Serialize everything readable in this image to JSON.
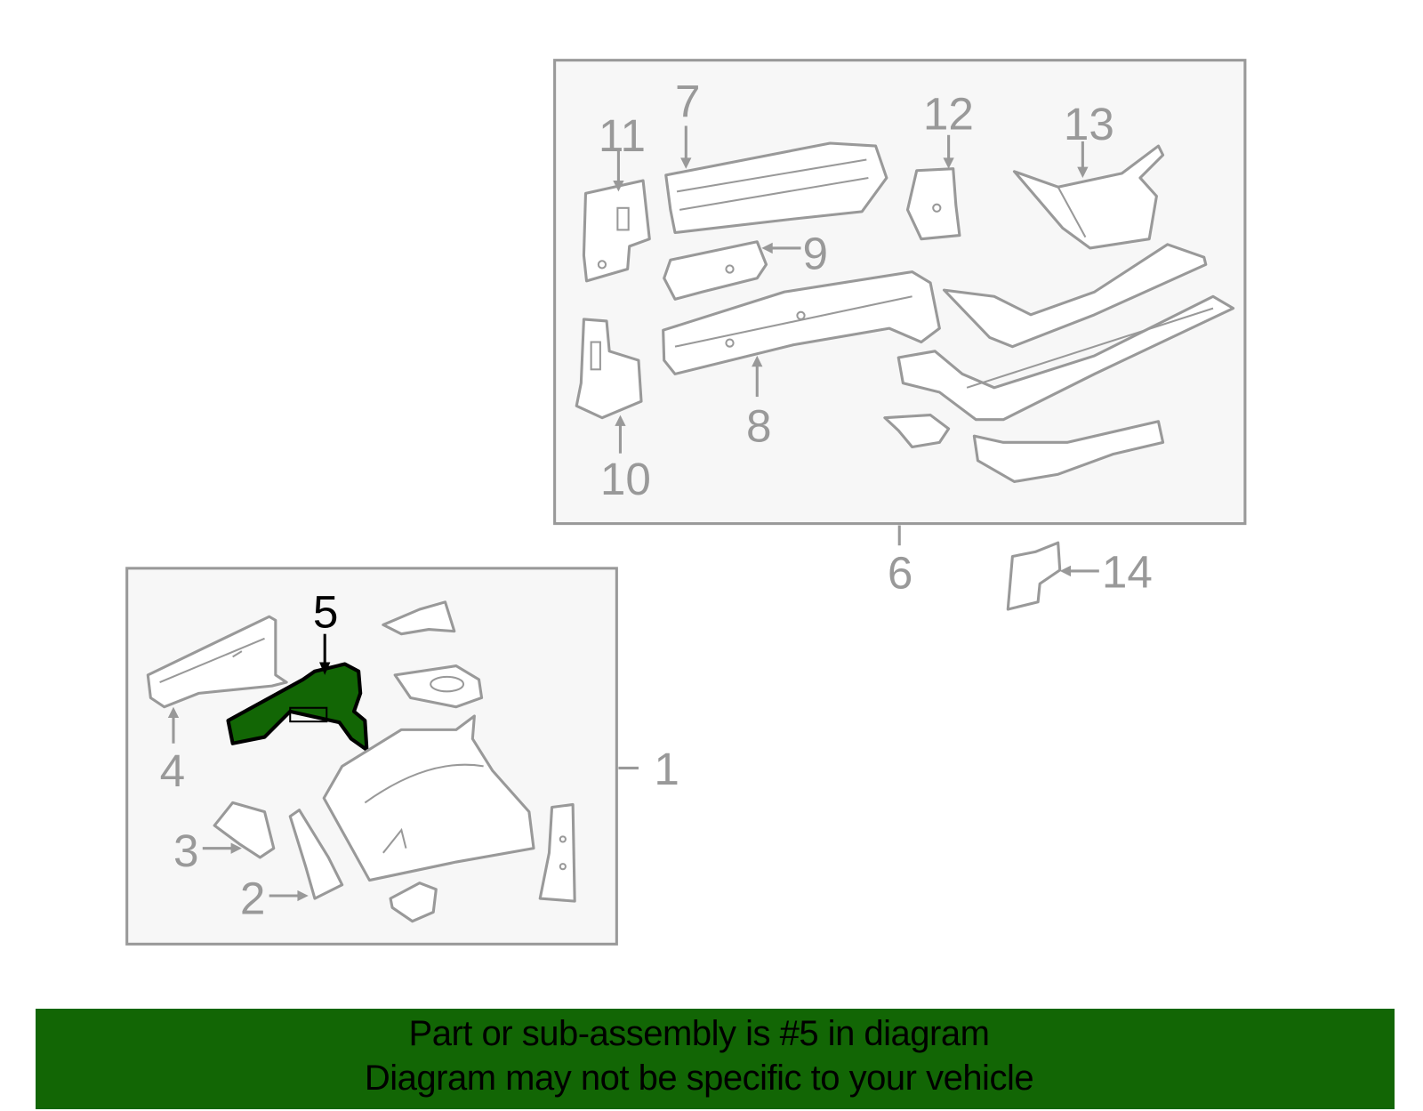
{
  "diagram": {
    "callouts": [
      "1",
      "2",
      "3",
      "4",
      "5",
      "6",
      "7",
      "8",
      "9",
      "10",
      "11",
      "12",
      "13",
      "14"
    ],
    "highlighted_callout": "5",
    "highlight_color": "#126605"
  },
  "banner": {
    "line1": "Part or sub-assembly is #5 in diagram",
    "line2": "Diagram may not be specific to your vehicle",
    "color": "#126605"
  }
}
